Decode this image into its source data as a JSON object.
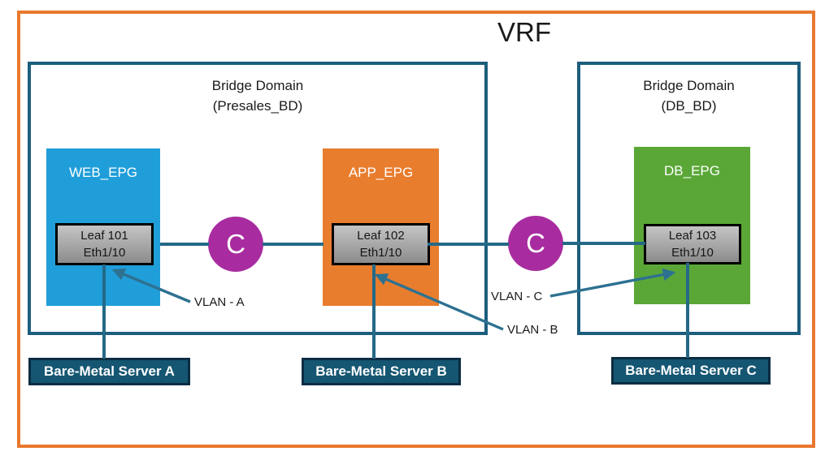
{
  "title": "VRF",
  "colors": {
    "outer-border": "#E8782E",
    "bd-border": "#1C5E7D",
    "line": "#256987",
    "arrow": "#2D7191",
    "contract-fill": "#A82C9F",
    "epg-web": "#209ED9",
    "epg-app": "#E87D2E",
    "epg-db": "#5AA737",
    "server-fill": "#155672",
    "server-border": "#0B2D42",
    "leaf-top": "#C4C4C4",
    "leaf-bottom": "#8B8B8B"
  },
  "bridge_domains": [
    {
      "line1": "Bridge Domain",
      "line2": "(Presales_BD)"
    },
    {
      "line1": "Bridge Domain",
      "line2": "(DB_BD)"
    }
  ],
  "epgs": [
    {
      "label": "WEB_EPG",
      "leaf_name": "Leaf 101",
      "leaf_port": "Eth1/10"
    },
    {
      "label": "APP_EPG",
      "leaf_name": "Leaf 102",
      "leaf_port": "Eth1/10"
    },
    {
      "label": "DB_EPG",
      "leaf_name": "Leaf 103",
      "leaf_port": "Eth1/10"
    }
  ],
  "contracts": [
    {
      "label": "C"
    },
    {
      "label": "C"
    }
  ],
  "vlans": [
    {
      "label": "VLAN - A"
    },
    {
      "label": "VLAN - B"
    },
    {
      "label": "VLAN - C"
    }
  ],
  "servers": [
    {
      "label": "Bare-Metal Server A"
    },
    {
      "label": "Bare-Metal Server B"
    },
    {
      "label": "Bare-Metal Server C"
    }
  ]
}
